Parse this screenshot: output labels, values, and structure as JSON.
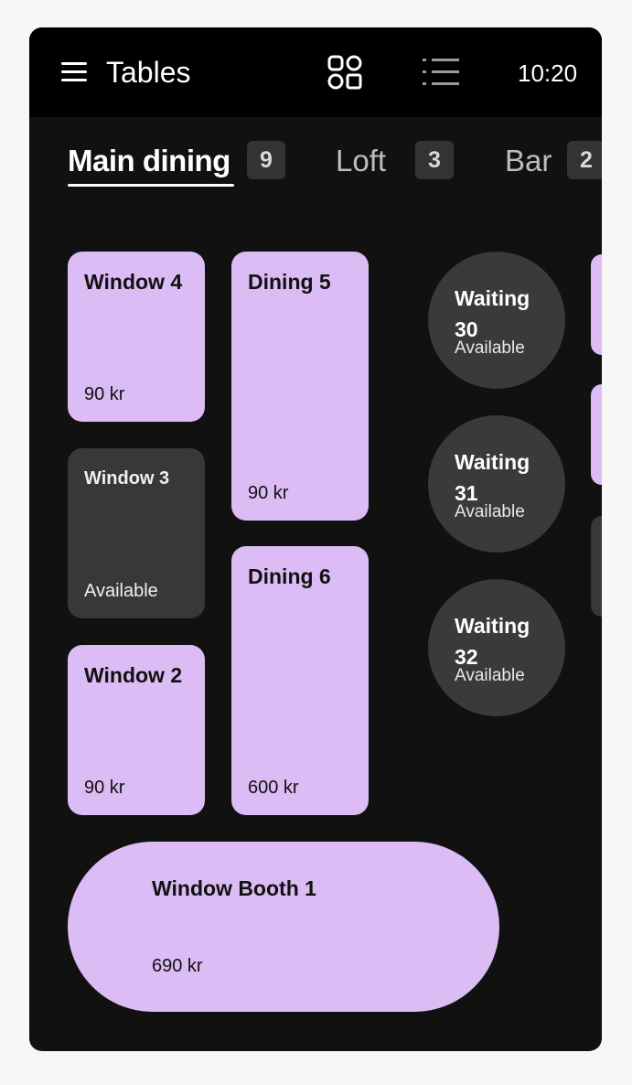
{
  "header": {
    "title": "Tables",
    "time": "10:20",
    "menu_icon": "hamburger-menu-icon",
    "grid_icon": "grid-view-icon",
    "list_icon": "list-view-icon"
  },
  "tabs": [
    {
      "label": "Main dining",
      "count": "9",
      "active": true
    },
    {
      "label": "Loft",
      "count": "3",
      "active": false
    },
    {
      "label": "Bar",
      "count": "2",
      "active": false
    }
  ],
  "tables": {
    "window_4": {
      "name": "Window 4",
      "price": "90 kr",
      "status": "occupied"
    },
    "window_3": {
      "name": "Window 3",
      "status_text": "Available",
      "status": "available"
    },
    "window_2": {
      "name": "Window 2",
      "price": "90 kr",
      "status": "occupied"
    },
    "dining_5": {
      "name": "Dining 5",
      "price": "90 kr",
      "status": "occupied"
    },
    "dining_6": {
      "name": "Dining 6",
      "price": "600 kr",
      "status": "occupied"
    },
    "waiting_30": {
      "name": "Waiting 30",
      "status_text": "Available",
      "status": "available"
    },
    "waiting_31": {
      "name": "Waiting 31",
      "status_text": "Available",
      "status": "available"
    },
    "waiting_32": {
      "name": "Waiting 32",
      "status_text": "Available",
      "status": "available"
    },
    "window_booth_1": {
      "name": "Window Booth 1",
      "price": "690 kr",
      "status": "occupied"
    }
  },
  "colors": {
    "occupied": "#dcbcf4",
    "available": "#383838",
    "background": "#111111",
    "header": "#000000"
  }
}
